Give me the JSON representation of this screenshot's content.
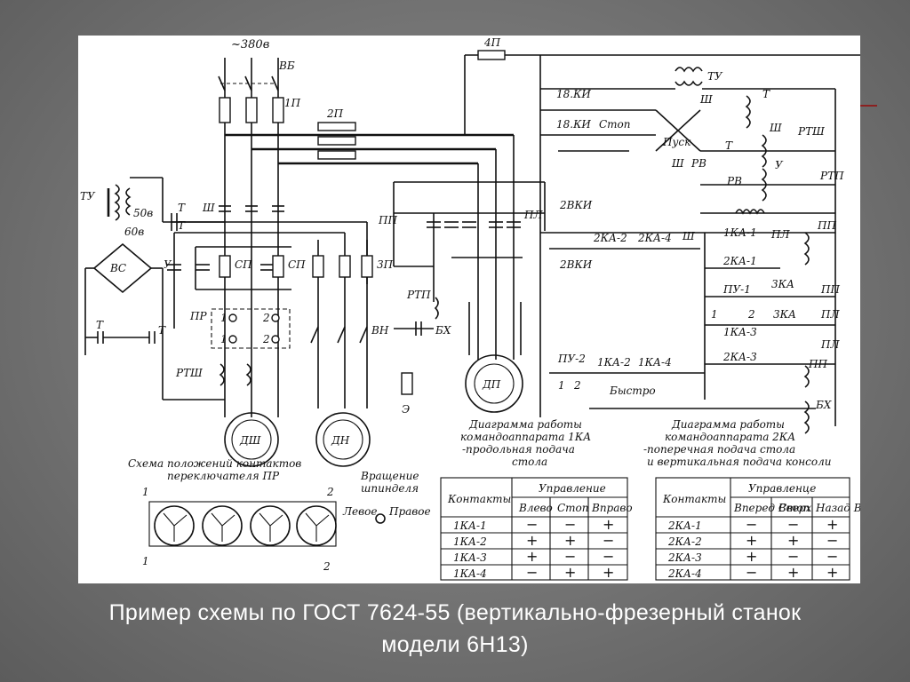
{
  "caption": {
    "line1": "Пример схемы по ГОСТ 7624-55 (вертикально-фрезерный станок",
    "line2": "модели 6Н13)"
  },
  "colors": {
    "accent": "#8b2020",
    "background": "#737373",
    "figure": "#ffffff"
  },
  "diagram": {
    "supply": "~380в",
    "labels": {
      "vb": "ВБ",
      "p1": "1П",
      "p2": "2П",
      "p3": "3П",
      "p4": "4П",
      "tu": "ТУ",
      "sh": "Ш",
      "t": "Т",
      "u": "У",
      "sp": "СП",
      "pr": "ПР",
      "rtsh": "РТШ",
      "rtp": "РТП",
      "vs": "ВС",
      "v50": "50в",
      "v60": "60в",
      "pl": "ПЛ",
      "pp": "ПП",
      "vn": "ВН",
      "bh": "БХ",
      "e": "Э",
      "dsh": "ДШ",
      "dn": "ДН",
      "dp": "ДП",
      "rv": "РВ",
      "ki18a": "18.КИ",
      "ki18b": "18.КИ",
      "stop": "Стоп",
      "pusk": "Пуск",
      "vki2": "2ВКИ",
      "ka2_2": "2КА-2",
      "ka2_4": "2КА-4",
      "ka1_1": "1КА-1",
      "ka2_1": "2КА-1",
      "pu1": "ПУ-1",
      "ka3": "3КА",
      "ka1_3": "1КА-3",
      "ka2_3": "2КА-3",
      "pu2": "ПУ-2",
      "ka1_2": "1КА-2",
      "ka1_4": "1КА-4",
      "bystro": "Быстро",
      "n1": "1",
      "n2": "2"
    },
    "pr_terminals": [
      "1",
      "2",
      "1",
      "2"
    ],
    "switch_diagram_title1": "Схема положений контактов",
    "switch_diagram_title2": "переключателя ПР",
    "rotation_title1": "Вращение",
    "rotation_title2": "шпинделя",
    "rotation_left": "Левое",
    "rotation_right": "Правое",
    "diag1_title1": "Диаграмма работы",
    "diag1_title2": "командоаппарата 1КА",
    "diag1_title3": "-продольная подача",
    "diag1_title4": "стола",
    "diag2_title1": "Диаграмма работы",
    "diag2_title2": "командоаппарата 2КА",
    "diag2_title3": "-поперечная подача стола",
    "diag2_title4": "и вертикальная подача консоли"
  },
  "table1": {
    "col_contacts": "Контакты",
    "col_control": "Управление",
    "sub": [
      "Влево",
      "Стоп",
      "Вправо"
    ],
    "rows": [
      {
        "name": "1КА-1",
        "v": [
          "−",
          "−",
          "+"
        ]
      },
      {
        "name": "1КА-2",
        "v": [
          "+",
          "+",
          "−"
        ]
      },
      {
        "name": "1КА-3",
        "v": [
          "+",
          "−",
          "−"
        ]
      },
      {
        "name": "1КА-4",
        "v": [
          "−",
          "+",
          "+"
        ]
      }
    ]
  },
  "table2": {
    "col_contacts": "Контакты",
    "col_control": "Управленце",
    "sub": [
      "Вперед Вверх",
      "Стоп",
      "Назад Вниз"
    ],
    "rows": [
      {
        "name": "2КА-1",
        "v": [
          "−",
          "−",
          "+"
        ]
      },
      {
        "name": "2КА-2",
        "v": [
          "+",
          "+",
          "−"
        ]
      },
      {
        "name": "2КА-3",
        "v": [
          "+",
          "−",
          "−"
        ]
      },
      {
        "name": "2КА-4",
        "v": [
          "−",
          "+",
          "+"
        ]
      }
    ]
  }
}
